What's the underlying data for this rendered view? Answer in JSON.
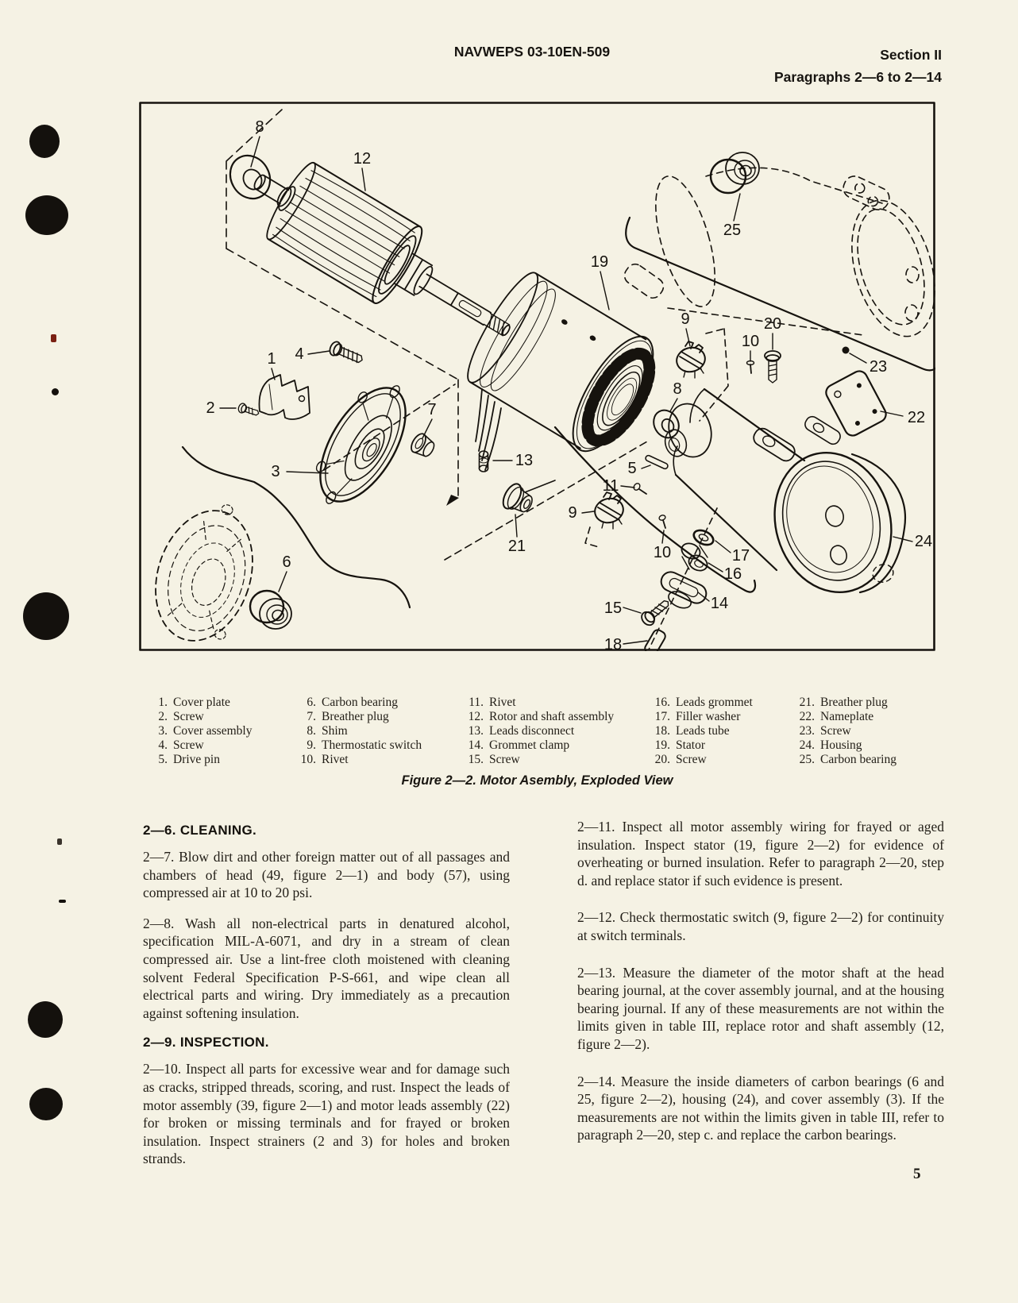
{
  "header": {
    "center": "NAVWEPS 03-10EN-509",
    "right_line1": "Section II",
    "right_line2": "Paragraphs 2—6 to 2—14"
  },
  "figure": {
    "caption": "Figure 2—2. Motor Asembly, Exploded View",
    "callouts": [
      "8",
      "12",
      "25",
      "19",
      "9",
      "10",
      "20",
      "23",
      "22",
      "8",
      "4",
      "2",
      "1",
      "7",
      "3",
      "13",
      "5",
      "11",
      "9",
      "21",
      "10",
      "17",
      "16",
      "14",
      "15",
      "18",
      "24",
      "6"
    ]
  },
  "parts_list": {
    "cols": [
      [
        {
          "n": "1.",
          "t": "Cover plate"
        },
        {
          "n": "2.",
          "t": "Screw"
        },
        {
          "n": "3.",
          "t": "Cover assembly"
        },
        {
          "n": "4.",
          "t": "Screw"
        },
        {
          "n": "5.",
          "t": "Drive pin"
        }
      ],
      [
        {
          "n": "6.",
          "t": "Carbon bearing"
        },
        {
          "n": "7.",
          "t": "Breather plug"
        },
        {
          "n": "8.",
          "t": "Shim"
        },
        {
          "n": "9.",
          "t": "Thermostatic switch"
        },
        {
          "n": "10.",
          "t": "Rivet"
        }
      ],
      [
        {
          "n": "11.",
          "t": "Rivet"
        },
        {
          "n": "12.",
          "t": "Rotor and shaft assembly"
        },
        {
          "n": "13.",
          "t": "Leads disconnect"
        },
        {
          "n": "14.",
          "t": "Grommet clamp"
        },
        {
          "n": "15.",
          "t": "Screw"
        }
      ],
      [
        {
          "n": "16.",
          "t": "Leads grommet"
        },
        {
          "n": "17.",
          "t": "Filler washer"
        },
        {
          "n": "18.",
          "t": "Leads tube"
        },
        {
          "n": "19.",
          "t": "Stator"
        },
        {
          "n": "20.",
          "t": "Screw"
        }
      ],
      [
        {
          "n": "21.",
          "t": "Breather plug"
        },
        {
          "n": "22.",
          "t": "Nameplate"
        },
        {
          "n": "23.",
          "t": "Screw"
        },
        {
          "n": "24.",
          "t": "Housing"
        },
        {
          "n": "25.",
          "t": "Carbon bearing"
        }
      ]
    ]
  },
  "body": {
    "left": [
      {
        "kind": "heading",
        "text": "2—6.  CLEANING."
      },
      {
        "kind": "para",
        "text": "2—7. Blow dirt and other foreign matter out of all passages and chambers of head (49, figure 2—1) and body (57), using compressed air at 10 to 20 psi."
      },
      {
        "kind": "para",
        "text": "2—8. Wash all non-electrical parts in denatured alcohol, specification MIL-A-6071, and dry in a stream of clean compressed air. Use a lint-free cloth moistened with cleaning solvent Federal Specification P-S-661, and wipe clean all electrical parts and wiring. Dry immediately as a precaution against softening insulation."
      },
      {
        "kind": "heading",
        "text": "2—9.  INSPECTION."
      },
      {
        "kind": "para",
        "text": "2—10. Inspect all parts for excessive wear and for damage such as cracks, stripped threads, scoring, and rust. Inspect the leads of motor assembly (39, figure 2—1) and motor leads assembly (22) for broken or missing terminals and for frayed or broken insulation. Inspect strainers (2 and 3) for holes and broken strands."
      }
    ],
    "right": [
      {
        "kind": "para",
        "text": "2—11. Inspect all motor assembly wiring for frayed or aged insulation. Inspect stator (19, figure 2—2) for evidence of overheating or burned insulation. Refer to paragraph 2—20, step d. and replace stator if such evidence is present."
      },
      {
        "kind": "para",
        "text": "2—12. Check thermostatic switch (9, figure 2—2) for continuity at switch terminals."
      },
      {
        "kind": "para",
        "text": "2—13. Measure the diameter of the motor shaft at the head bearing journal, at the cover assembly journal, and at the housing bearing journal. If any of these measurements are not within the limits given in table III, replace rotor and shaft assembly (12, figure 2—2)."
      },
      {
        "kind": "para",
        "text": "2—14. Measure the inside diameters of carbon bearings (6 and 25, figure 2—2), housing (24), and cover assembly (3). If the measurements are not within the limits given in table III, refer to paragraph 2—20, step c. and replace the carbon bearings."
      }
    ]
  },
  "page_number": "5"
}
